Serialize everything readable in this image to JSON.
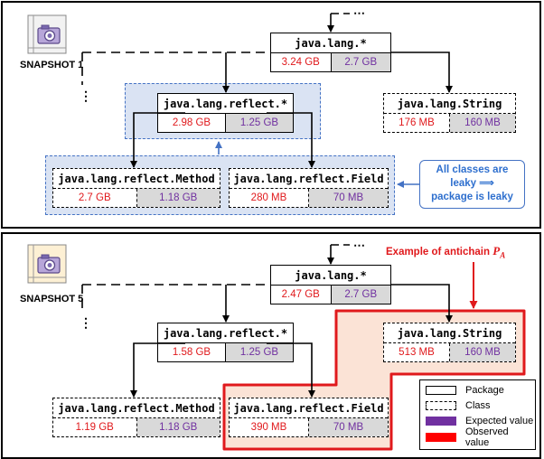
{
  "panels": [
    {
      "label": "SNAPSHOT 1",
      "nodes": {
        "lang": {
          "name": "java.lang.*",
          "observed": "3.24 GB",
          "expected": "2.7 GB"
        },
        "reflect": {
          "name": "java.lang.reflect.*",
          "observed": "2.98 GB",
          "expected": "1.25 GB"
        },
        "string": {
          "name": "java.lang.String",
          "observed": "176 MB",
          "expected": "160 MB"
        },
        "method": {
          "name": "java.lang.reflect.Method",
          "observed": "2.7 GB",
          "expected": "1.18 GB"
        },
        "field": {
          "name": "java.lang.reflect.Field",
          "observed": "280 MB",
          "expected": "70 MB"
        }
      },
      "note": {
        "line1": "All classes are",
        "line2": "leaky ⟹",
        "line3": "package is leaky"
      }
    },
    {
      "label": "SNAPSHOT 5",
      "nodes": {
        "lang": {
          "name": "java.lang.*",
          "observed": "2.47 GB",
          "expected": "2.7 GB"
        },
        "reflect": {
          "name": "java.lang.reflect.*",
          "observed": "1.58 GB",
          "expected": "1.25 GB"
        },
        "string": {
          "name": "java.lang.String",
          "observed": "513 MB",
          "expected": "160 MB"
        },
        "method": {
          "name": "java.lang.reflect.Method",
          "observed": "1.19 GB",
          "expected": "1.18 GB"
        },
        "field": {
          "name": "java.lang.reflect.Field",
          "observed": "390 MB",
          "expected": "70 MB"
        }
      },
      "antichain_label": "Example of antichain",
      "antichain_symbol": "P",
      "antichain_sub": "A"
    }
  ],
  "ellipsis": "⋯",
  "vellipsis": "⋮",
  "legend": {
    "package": "Package",
    "class": "Class",
    "expected": "Expected value",
    "observed": "Observed value"
  },
  "colors": {
    "observed": "#e0191c",
    "expected": "#7030a0",
    "blue_region": "#dae3f3",
    "antichain_region": "#fbe3d6"
  },
  "icons": [
    "camera-icon"
  ]
}
